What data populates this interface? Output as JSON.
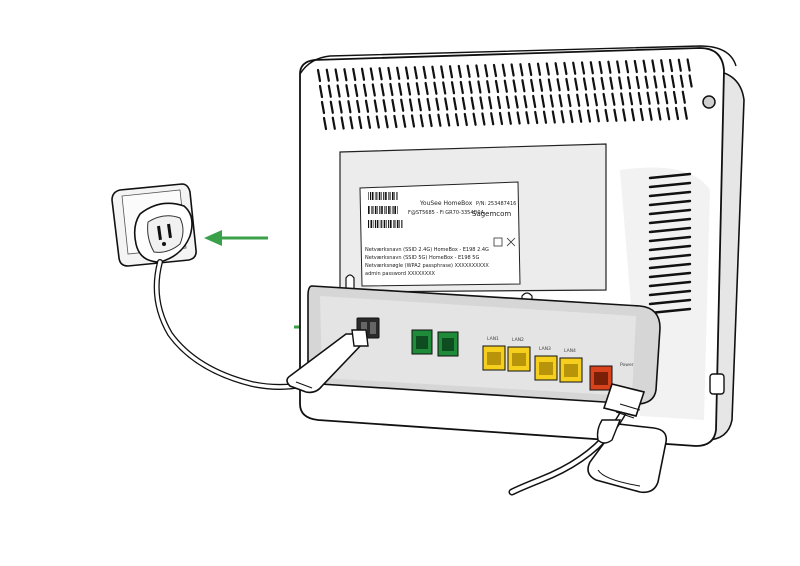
{
  "label_sticker": {
    "product_name": "YouSee HomeBox",
    "model_line": "F@ST5685 - Fi     GR70-3354D0A",
    "part_number": "P/N: 253487416",
    "manufacturer": "Sagemcom",
    "network_rows": [
      "Netværksnavn (SSID 2.4G)   HomeBox - E198 2.4G",
      "Netværksnavn (SSID 5G)     HomeBox - E198 5G",
      "Netværksnøgle (WPA2 passphrase)   XXXXXXXXXX",
      "admin password   XXXXXXXX"
    ]
  },
  "ports": {
    "lan_labels": [
      "LAN1",
      "LAN2",
      "LAN3",
      "LAN4"
    ],
    "power_label": "Power"
  },
  "colors": {
    "arrow": "#3aa04a",
    "dsl_port": "#1f8a3a",
    "lan_port": "#f5cf1c",
    "wan_port": "#d8431c",
    "outline": "#111111",
    "shade": "#d9d9d9",
    "body": "#ffffff"
  },
  "icons": [
    "power-plug-icon",
    "wall-socket-icon",
    "arrow-left-icon",
    "arrow-right-icon"
  ]
}
